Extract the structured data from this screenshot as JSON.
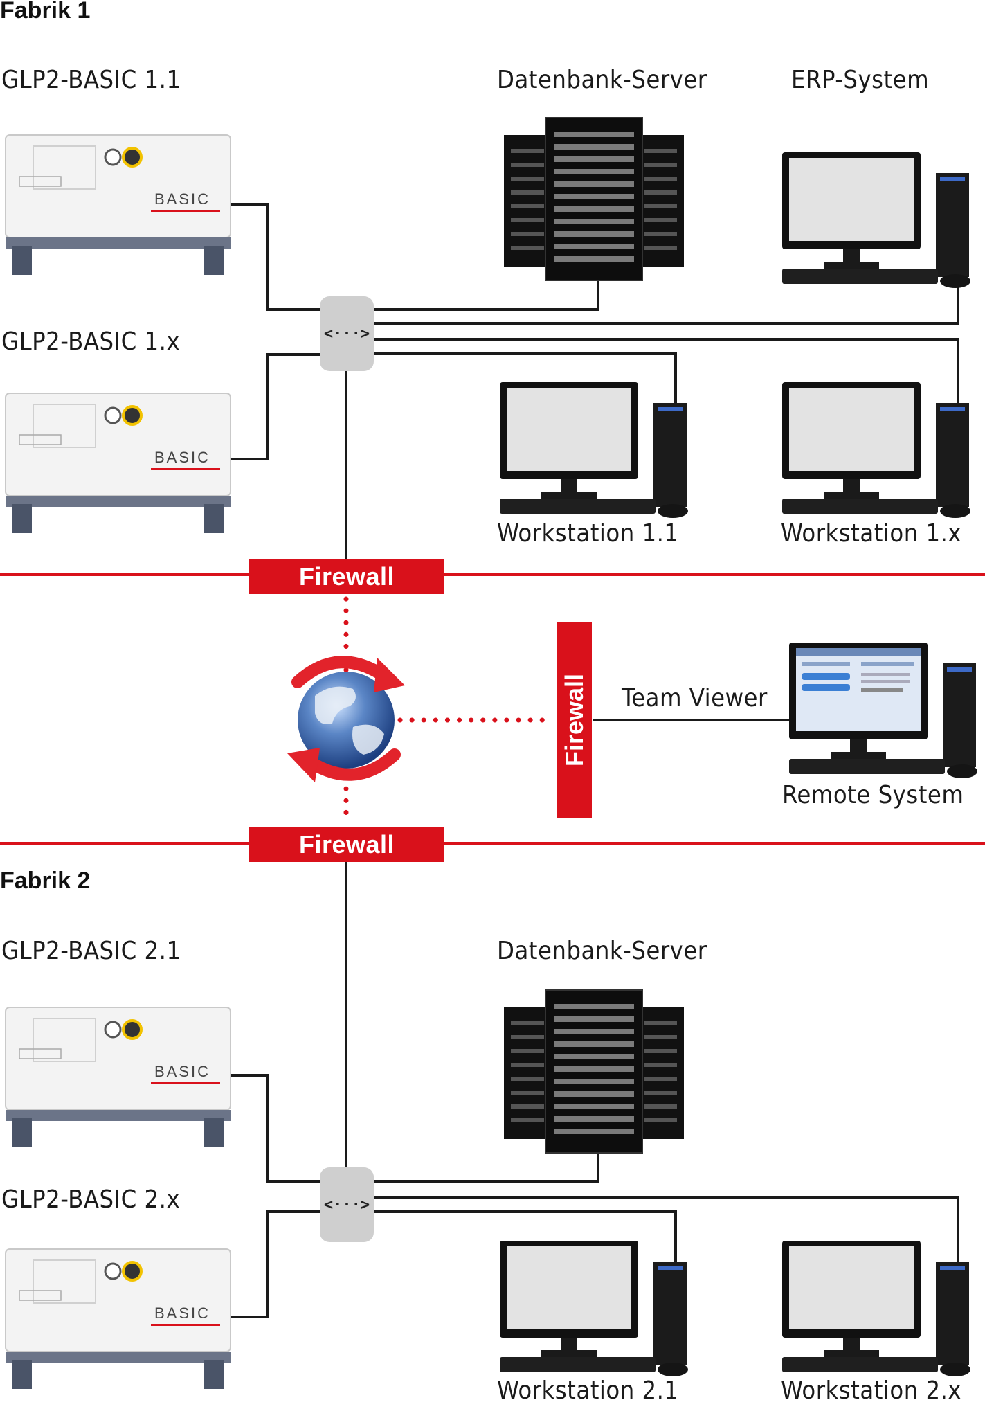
{
  "factory1": {
    "heading": "Fabrik 1",
    "glp_first": "GLP2-BASIC 1.1",
    "glp_last": "GLP2-BASIC 1.x",
    "db_server": "Datenbank-Server",
    "erp": "ERP-System",
    "ws_first": "Workstation 1.1",
    "ws_last": "Workstation 1.x",
    "switch_glyph": "<···>"
  },
  "firewall": {
    "top": "Firewall",
    "bottom": "Firewall",
    "remote": "Firewall"
  },
  "remote": {
    "link_label": "Team Viewer",
    "system_label": "Remote System"
  },
  "factory2": {
    "heading": "Fabrik 2",
    "glp_first": "GLP2-BASIC 2.1",
    "glp_last": "GLP2-BASIC 2.x",
    "db_server": "Datenbank-Server",
    "ws_first": "Workstation 2.1",
    "ws_last": "Workstation 2.x",
    "switch_glyph": "<···>"
  },
  "device_text": {
    "machine_brand": "BASIC"
  },
  "colors": {
    "firewall_red": "#d9111b",
    "wire": "#1a1a1a",
    "switch_gray": "#cfcfcf"
  },
  "icons": {
    "machine": "glp2-basic-machine-icon",
    "server": "server-rack-icon",
    "computer": "desktop-computer-icon",
    "internet": "globe-arrows-icon",
    "switch": "network-switch-icon"
  }
}
